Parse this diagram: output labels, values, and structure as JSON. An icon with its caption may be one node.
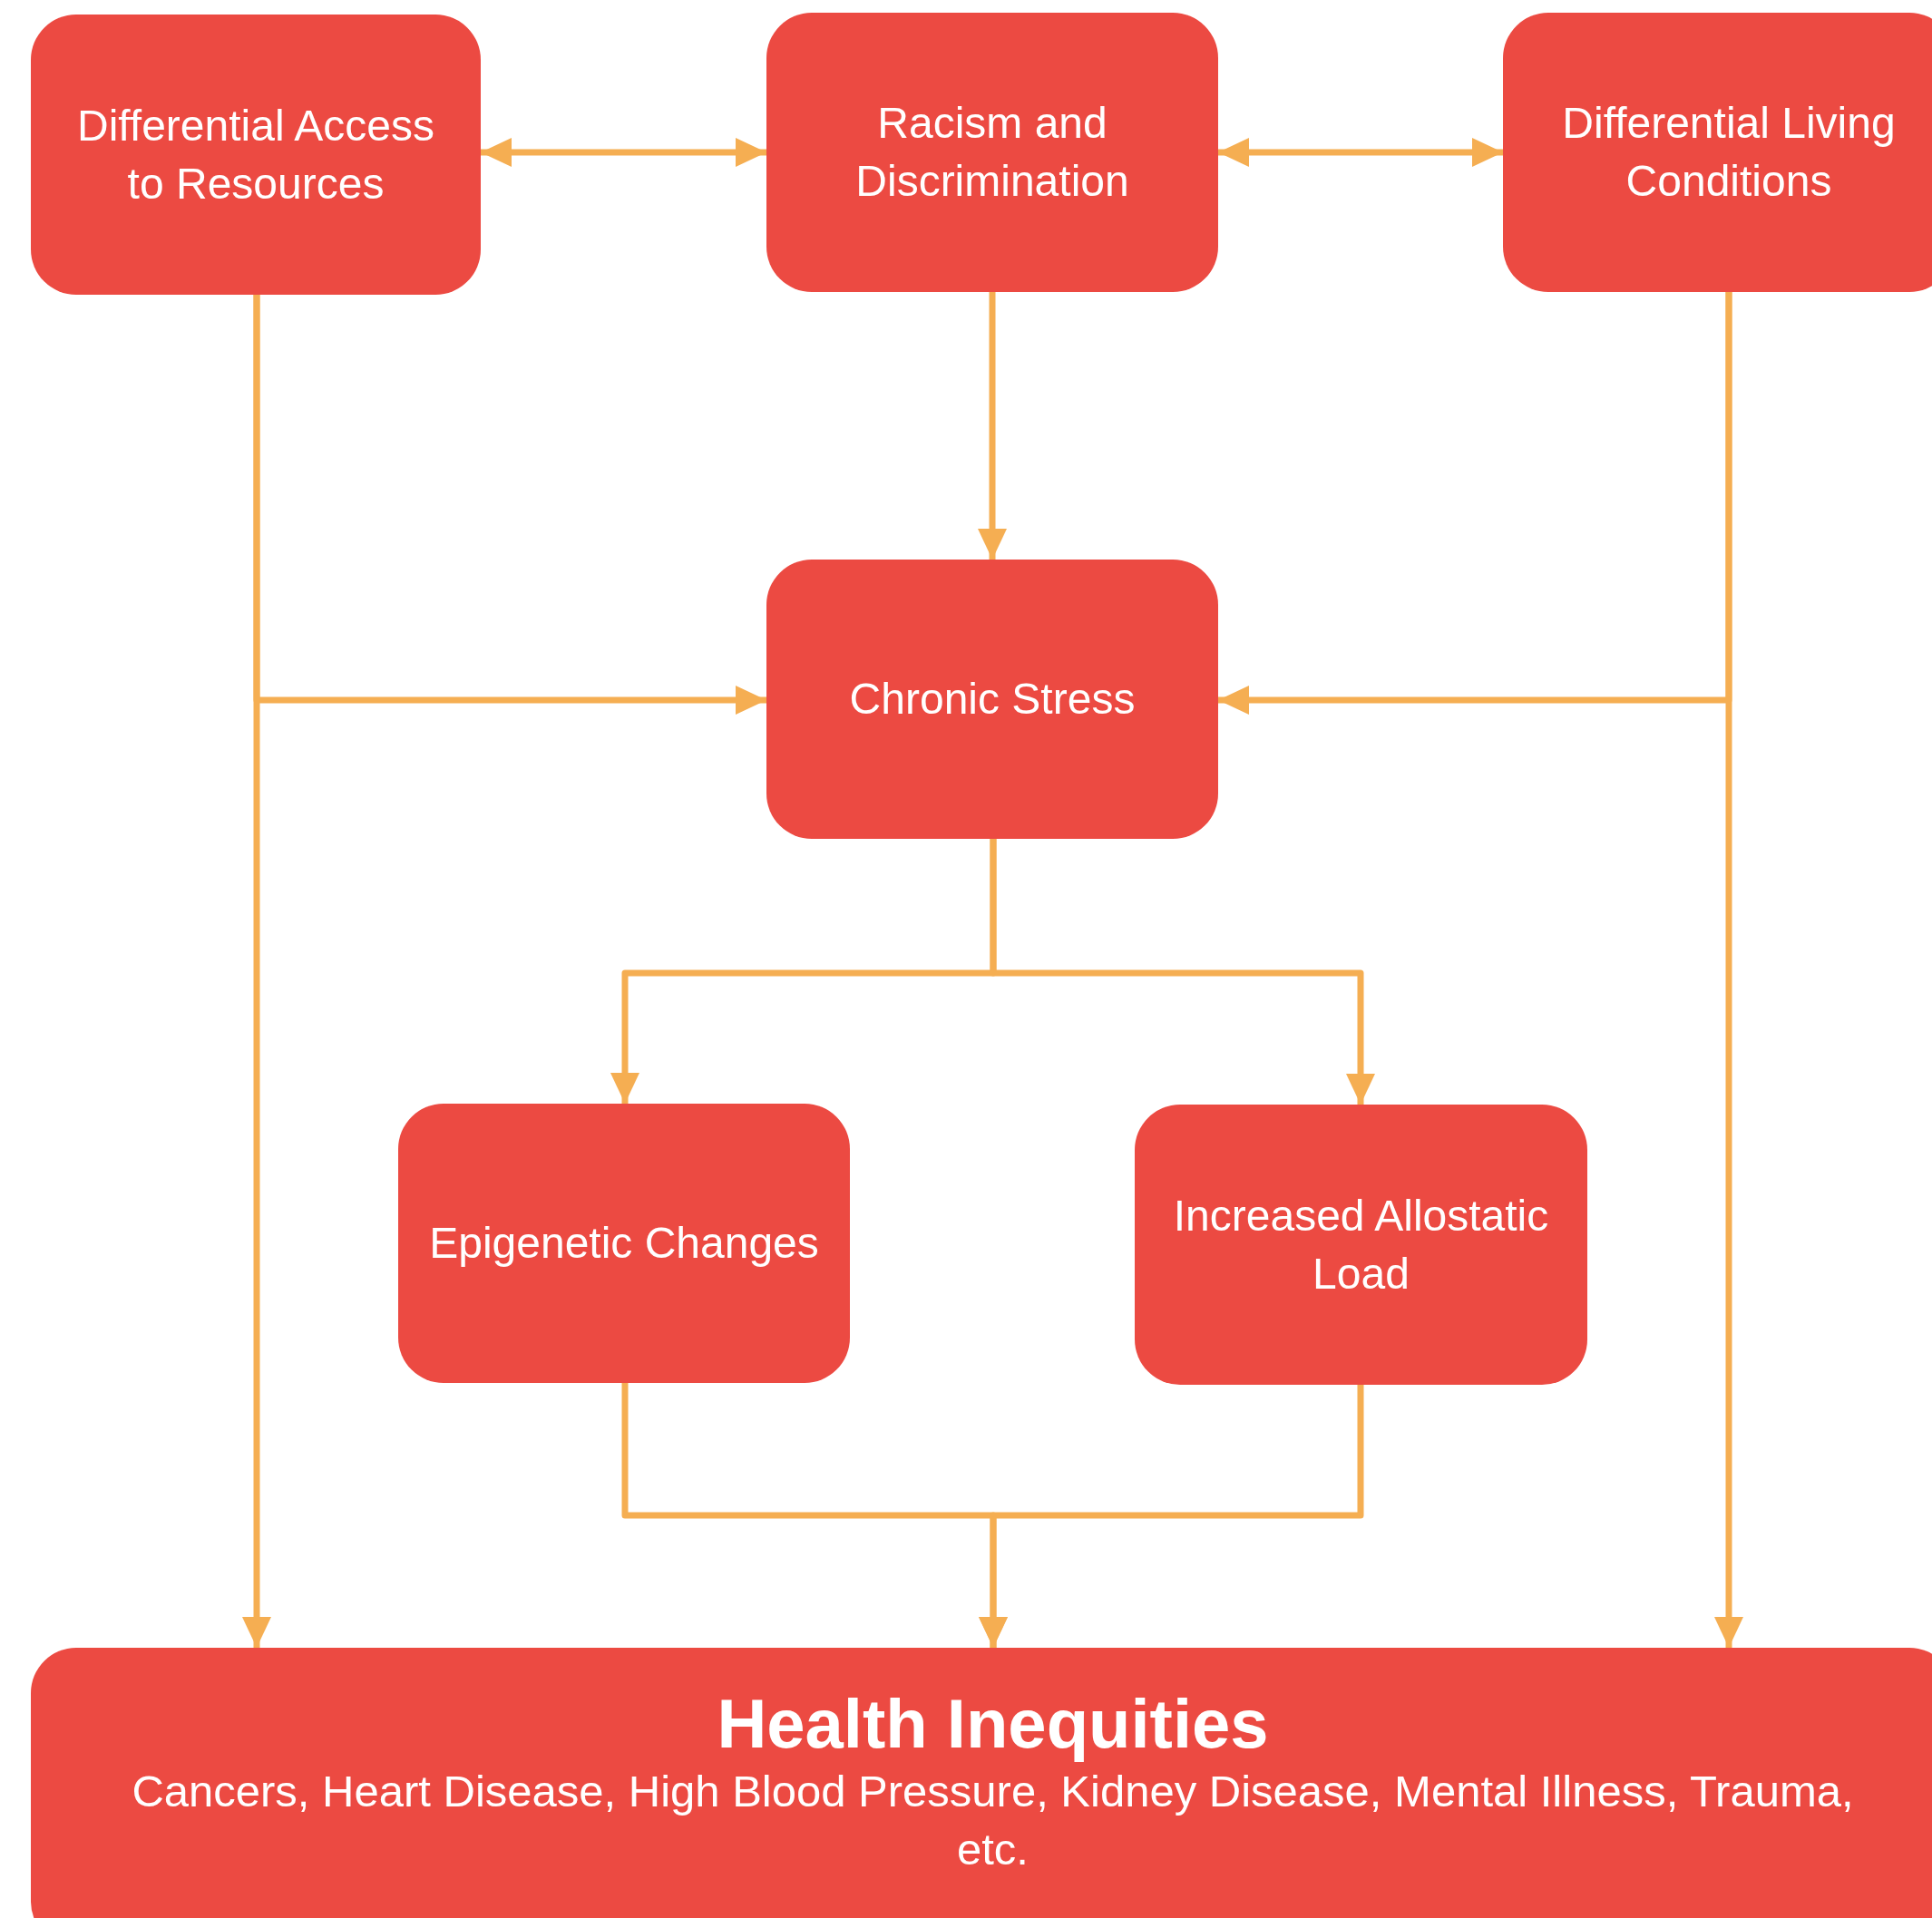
{
  "diagram": {
    "nodes": [
      {
        "text": [
          "Differential Access to Resources"
        ]
      },
      {
        "text": [
          "Racism and Discrimination"
        ]
      },
      {
        "text": [
          "Differential Living Conditions"
        ]
      },
      {
        "text": [
          "Chronic Stress"
        ]
      },
      {
        "text": [
          "Epigenetic Changes"
        ]
      },
      {
        "text": [
          "Increased Allostatic Load"
        ]
      },
      {
        "text": [
          "Health Inequities",
          "Cancers, Heart Disease, High Blood Pressure, Kidney Disease, Mental Illness, Trauma, etc."
        ]
      }
    ],
    "edges": [
      {
        "from": 0,
        "to": 1,
        "arrow": "both"
      },
      {
        "from": 1,
        "to": 2,
        "arrow": "both"
      },
      {
        "from": 1,
        "to": 3,
        "arrow": "to"
      },
      {
        "from": 0,
        "to": 3,
        "arrow": "to"
      },
      {
        "from": 2,
        "to": 3,
        "arrow": "to"
      },
      {
        "from": 0,
        "to": 6,
        "arrow": "to"
      },
      {
        "from": 2,
        "to": 6,
        "arrow": "to"
      },
      {
        "from": 3,
        "to": 4,
        "arrow": "to"
      },
      {
        "from": 3,
        "to": 5,
        "arrow": "to"
      },
      {
        "from": 4,
        "to": 6,
        "arrow": "to"
      },
      {
        "from": 5,
        "to": 6,
        "arrow": "to"
      }
    ]
  }
}
